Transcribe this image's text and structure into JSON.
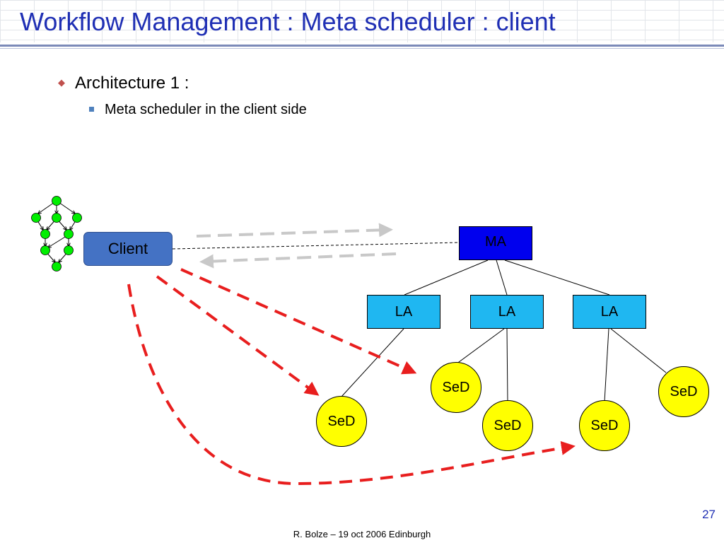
{
  "slide": {
    "title": "Workflow Management : Meta scheduler : client",
    "bullet_level1": "Architecture 1 :",
    "bullet_level2": "Meta scheduler in the client side",
    "page_number": "27",
    "footer": "R. Bolze – 19 oct 2006 Edinburgh"
  },
  "diagram": {
    "client_label": "Client",
    "ma_label": "MA",
    "la_labels": [
      "LA",
      "LA",
      "LA"
    ],
    "sed_labels": [
      "SeD",
      "SeD",
      "SeD",
      "SeD",
      "SeD"
    ],
    "colors": {
      "client": "#4472c4",
      "ma": "#0000ee",
      "la": "#1fb7f1",
      "sed": "#ffff00",
      "workflow_node": "#00ee00",
      "request_arrow": "#e81e1e",
      "query_arrow": "#c8c8c8",
      "title": "#1f2fb4"
    }
  }
}
